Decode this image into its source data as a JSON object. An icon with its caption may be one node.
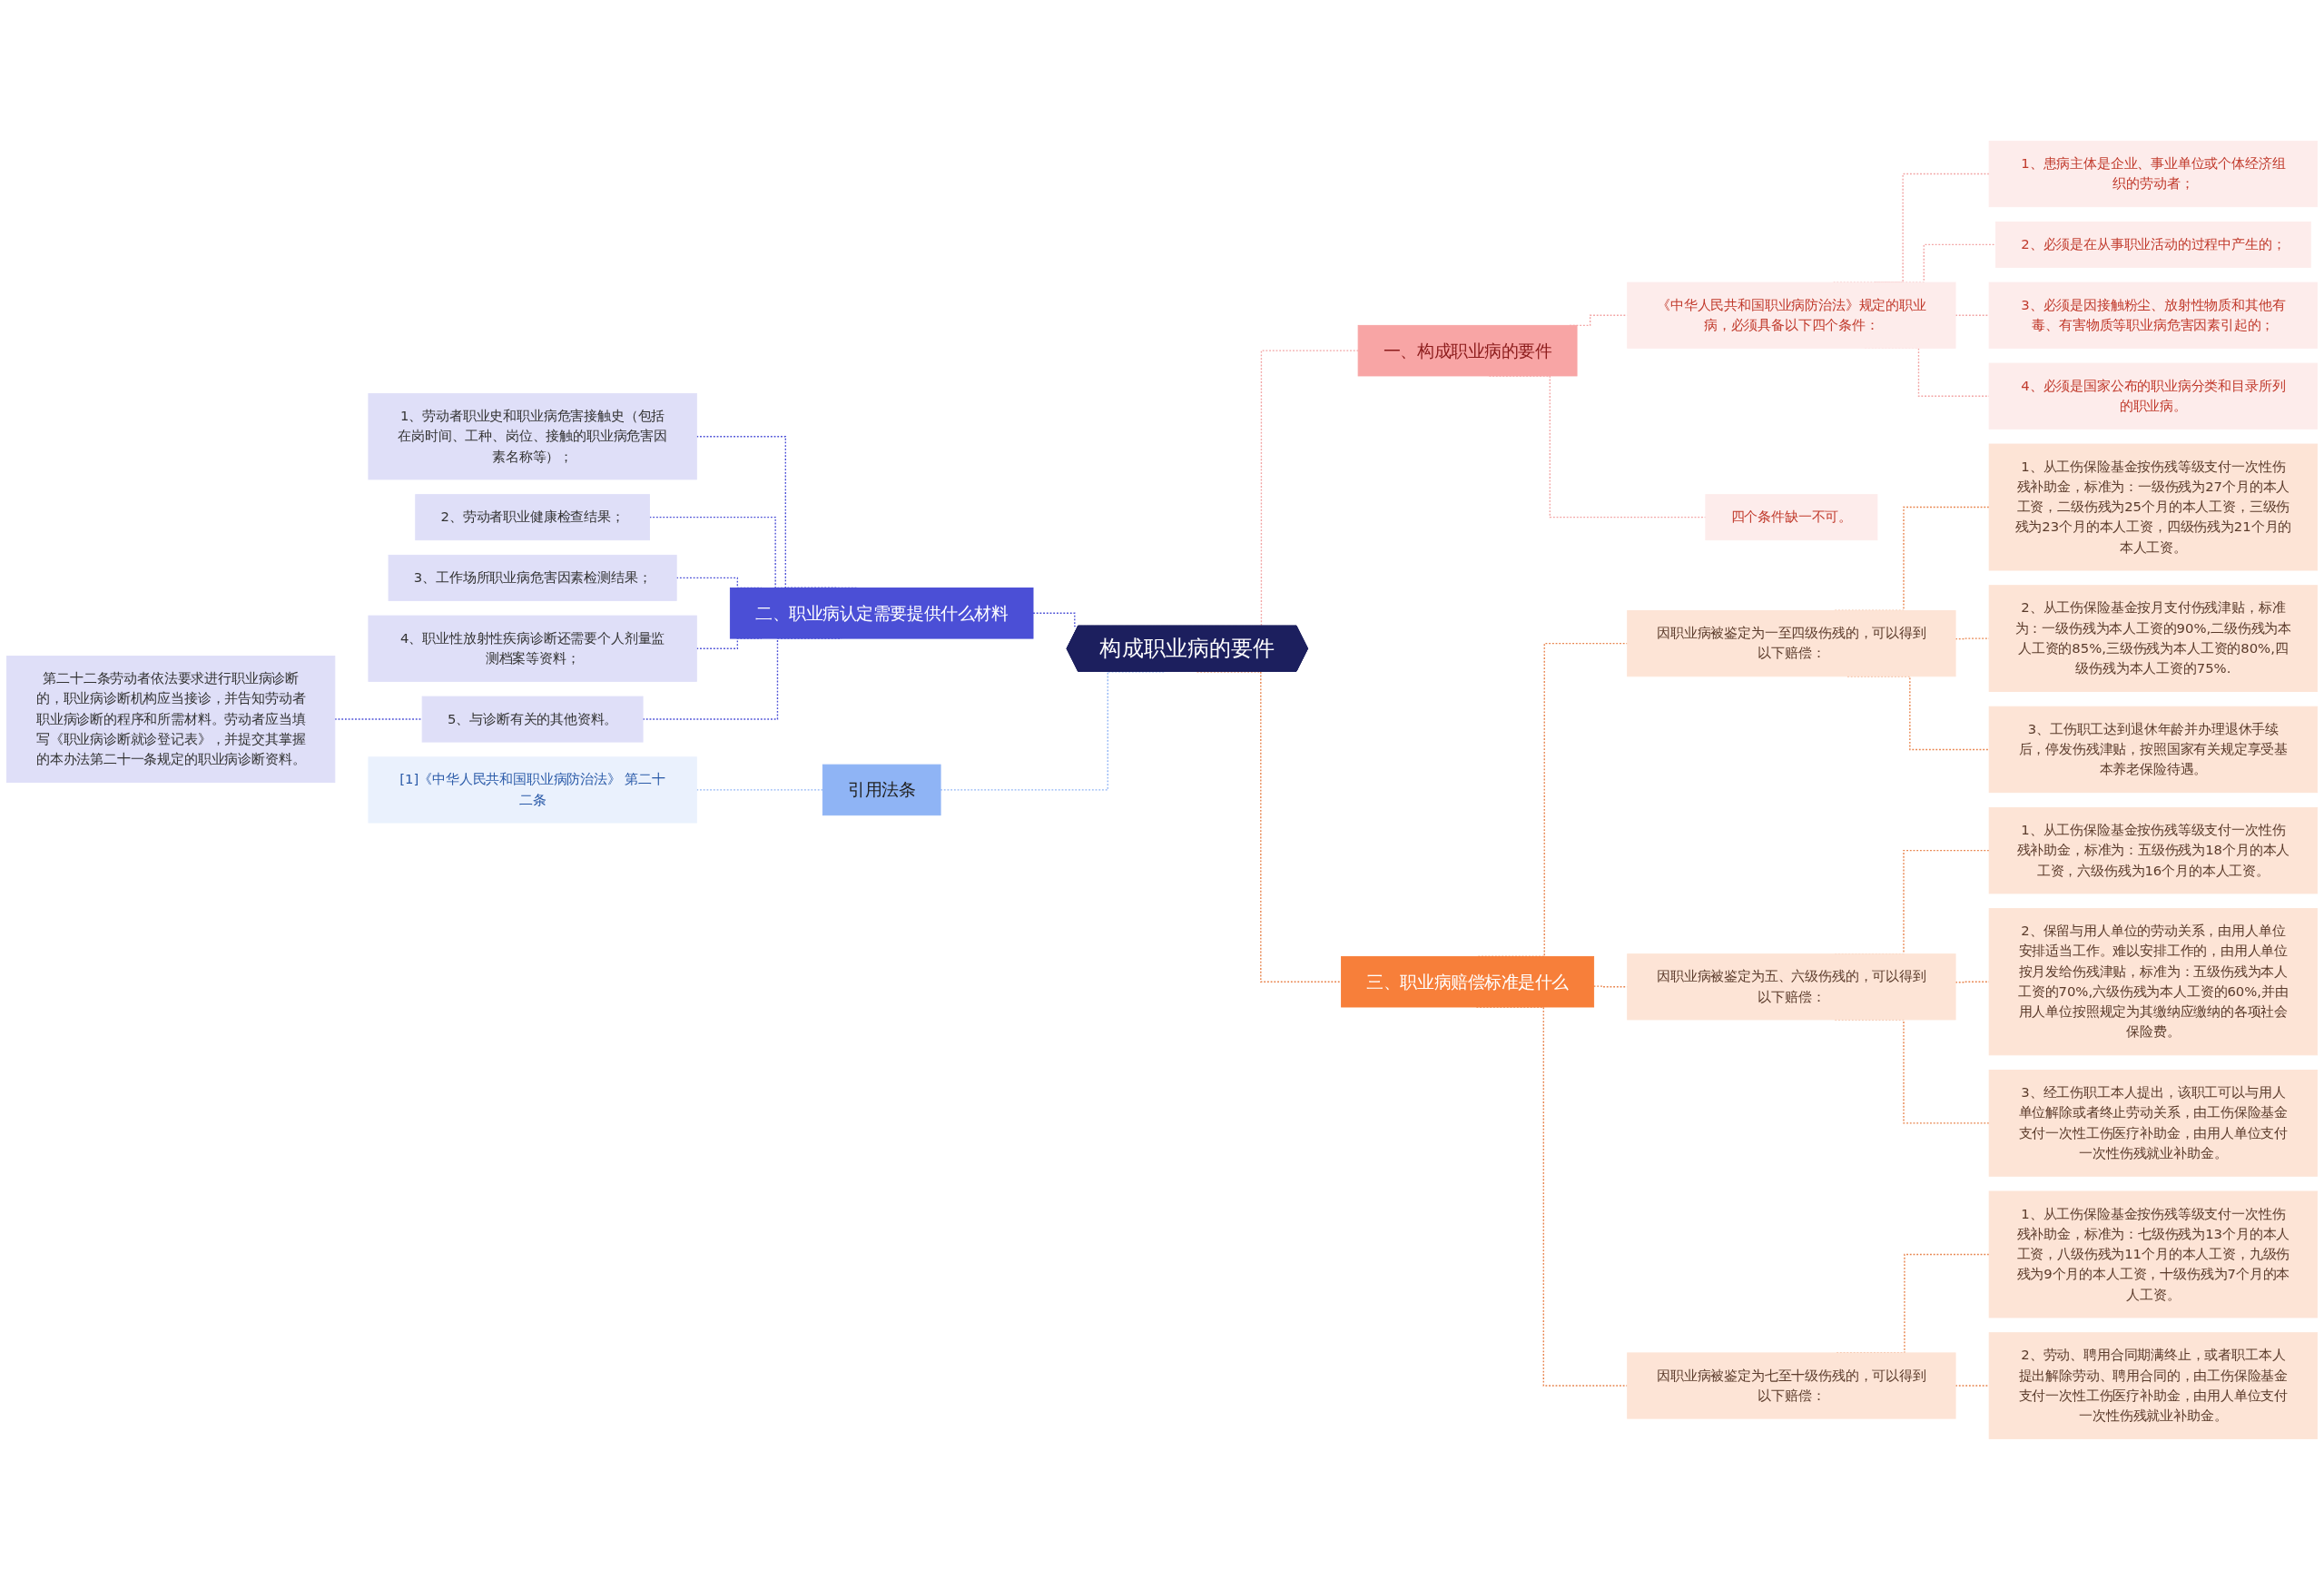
{
  "diagram": {
    "nodes": [
      {
        "text": [
          "构成职业病的要件"
        ]
      },
      {
        "text": [
          "一、构成职业病的要件"
        ]
      },
      {
        "text": [
          "《中华人民共和国职业病防治法》规定的职业病，必须具备以下四个条件："
        ]
      },
      {
        "text": [
          "1、患病主体是企业、事业单位或个体经济组织的劳动者；"
        ]
      },
      {
        "text": [
          "2、必须是在从事职业活动的过程中产生的；"
        ]
      },
      {
        "text": [
          "3、必须是因接触粉尘、放射性物质和其他有毒、有害物质等职业病危害因素引起的；"
        ]
      },
      {
        "text": [
          "4、必须是国家公布的职业病分类和目录所列的职业病。"
        ]
      },
      {
        "text": [
          "四个条件缺一不可。"
        ]
      },
      {
        "text": [
          "三、职业病赔偿标准是什么"
        ]
      },
      {
        "text": [
          "因职业病被鉴定为一至四级伤残的，可以得到以下赔偿："
        ]
      },
      {
        "text": [
          "1、从工伤保险基金按伤残等级支付一次性伤残补助金，标准为：一级伤残为27个月的本人工资，二级伤残为25个月的本人工资，三级伤残为23个月的本人工资，四级伤残为21个月的本人工资。"
        ]
      },
      {
        "text": [
          "2、从工伤保险基金按月支付伤残津贴，标准为：一级伤残为本人工资的90%,二级伤残为本人工资的85%,三级伤残为本人工资的80%,四级伤残为本人工资的75%."
        ]
      },
      {
        "text": [
          "3、工伤职工达到退休年龄并办理退休手续后，停发伤残津贴，按照国家有关规定享受基本养老保险待遇。"
        ]
      },
      {
        "text": [
          "因职业病被鉴定为五、六级伤残的，可以得到以下赔偿："
        ]
      },
      {
        "text": [
          "1、从工伤保险基金按伤残等级支付一次性伤残补助金，标准为：五级伤残为18个月的本人工资，六级伤残为16个月的本人工资。"
        ]
      },
      {
        "text": [
          "2、保留与用人单位的劳动关系，由用人单位安排适当工作。难以安排工作的，由用人单位按月发给伤残津贴，标准为：五级伤残为本人工资的70%,六级伤残为本人工资的60%,并由用人单位按照规定为其缴纳应缴纳的各项社会保险费。"
        ]
      },
      {
        "text": [
          "3、经工伤职工本人提出，该职工可以与用人单位解除或者终止劳动关系，由工伤保险基金支付一次性工伤医疗补助金，由用人单位支付一次性伤残就业补助金。"
        ]
      },
      {
        "text": [
          "因职业病被鉴定为七至十级伤残的，可以得到以下赔偿："
        ]
      },
      {
        "text": [
          "1、从工伤保险基金按伤残等级支付一次性伤残补助金，标准为：七级伤残为13个月的本人工资，八级伤残为11个月的本人工资，九级伤残为9个月的本人工资，十级伤残为7个月的本人工资。"
        ]
      },
      {
        "text": [
          "2、劳动、聘用合同期满终止，或者职工本人提出解除劳动、聘用合同的，由工伤保险基金支付一次性工伤医疗补助金，由用人单位支付一次性伤残就业补助金。"
        ]
      },
      {
        "text": [
          "二、职业病认定需要提供什么材料"
        ]
      },
      {
        "text": [
          "1、劳动者职业史和职业病危害接触史（包括在岗时间、工种、岗位、接触的职业病危害因素名称等）；"
        ]
      },
      {
        "text": [
          "2、劳动者职业健康检查结果；"
        ]
      },
      {
        "text": [
          "3、工作场所职业病危害因素检测结果；"
        ]
      },
      {
        "text": [
          "4、职业性放射性疾病诊断还需要个人剂量监测档案等资料；"
        ]
      },
      {
        "text": [
          "5、与诊断有关的其他资料。"
        ]
      },
      {
        "text": [
          "第二十二条劳动者依法要求进行职业病诊断的，职业病诊断机构应当接诊，并告知劳动者职业病诊断的程序和所需材料。劳动者应当填写《职业病诊断就诊登记表》，并提交其掌握的本办法第二十一条规定的职业病诊断资料。"
        ]
      },
      {
        "text": [
          "引用法条"
        ]
      },
      {
        "text": [
          "[1]《中华人民共和国职业病防治法》 第二十二条"
        ]
      }
    ],
    "edges": [
      {
        "from": 0,
        "to": 1,
        "arrow": "none",
        "style": "dashed",
        "color": "#f2a3a3"
      },
      {
        "from": 1,
        "to": 2,
        "arrow": "none",
        "style": "dashed",
        "color": "#f2a3a3"
      },
      {
        "from": 2,
        "to": 3,
        "arrow": "none",
        "style": "dashed",
        "color": "#f2a3a3"
      },
      {
        "from": 2,
        "to": 4,
        "arrow": "none",
        "style": "dashed",
        "color": "#f2a3a3"
      },
      {
        "from": 2,
        "to": 5,
        "arrow": "none",
        "style": "dashed",
        "color": "#f2a3a3"
      },
      {
        "from": 2,
        "to": 6,
        "arrow": "none",
        "style": "dashed",
        "color": "#f2a3a3"
      },
      {
        "from": 1,
        "to": 7,
        "arrow": "none",
        "style": "dashed",
        "color": "#f2a3a3"
      },
      {
        "from": 0,
        "to": 8,
        "arrow": "none",
        "style": "dashed"
      },
      {
        "from": 8,
        "to": 9,
        "arrow": "none",
        "style": "dashed"
      },
      {
        "from": 9,
        "to": 10,
        "arrow": "none",
        "style": "dashed"
      },
      {
        "from": 9,
        "to": 11,
        "arrow": "none",
        "style": "dashed"
      },
      {
        "from": 9,
        "to": 12,
        "arrow": "none",
        "style": "dashed"
      },
      {
        "from": 8,
        "to": 13,
        "arrow": "none",
        "style": "dashed"
      },
      {
        "from": 13,
        "to": 14,
        "arrow": "none",
        "style": "dashed"
      },
      {
        "from": 13,
        "to": 15,
        "arrow": "none",
        "style": "dashed"
      },
      {
        "from": 13,
        "to": 16,
        "arrow": "none",
        "style": "dashed"
      },
      {
        "from": 8,
        "to": 17,
        "arrow": "none",
        "style": "dashed"
      },
      {
        "from": 17,
        "to": 18,
        "arrow": "none",
        "style": "dashed"
      },
      {
        "from": 17,
        "to": 19,
        "arrow": "none",
        "style": "dashed"
      },
      {
        "from": 20,
        "to": 0,
        "arrow": "none",
        "style": "dashed",
        "color": "#4b4fd6"
      },
      {
        "from": 21,
        "to": 20,
        "arrow": "none",
        "style": "dashed",
        "color": "#4b4fd6"
      },
      {
        "from": 22,
        "to": 20,
        "arrow": "none",
        "style": "dashed",
        "color": "#4b4fd6"
      },
      {
        "from": 23,
        "to": 20,
        "arrow": "none",
        "style": "dashed",
        "color": "#4b4fd6"
      },
      {
        "from": 24,
        "to": 20,
        "arrow": "none",
        "style": "dashed",
        "color": "#4b4fd6"
      },
      {
        "from": 25,
        "to": 20,
        "arrow": "none",
        "style": "dashed",
        "color": "#4b4fd6"
      },
      {
        "from": 26,
        "to": 25,
        "arrow": "none",
        "style": "dashed",
        "color": "#4b4fd6"
      },
      {
        "from": 27,
        "to": 0,
        "arrow": "none",
        "style": "dashed",
        "color": "#8fb4f5"
      },
      {
        "from": 28,
        "to": 27,
        "arrow": "none",
        "style": "dashed",
        "color": "#8fb4f5"
      }
    ]
  }
}
